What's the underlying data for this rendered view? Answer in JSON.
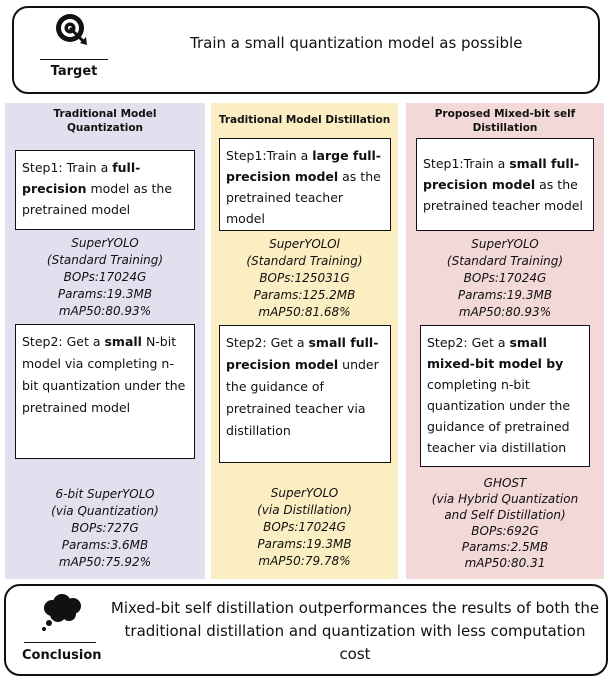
{
  "target": {
    "label": "Target",
    "text": "Train a small quantization model as possible"
  },
  "columns": {
    "quant": {
      "title_line1": "Traditional Model",
      "title_line2": "Quantization",
      "step1": {
        "a": "Step1: Train a ",
        "b": "full-precision",
        "c": " model as the pretrained model"
      },
      "stats1": [
        "SuperYOLO",
        "(Standard Training)",
        "BOPs:17024G",
        "Params:19.3MB",
        "mAP50:80.93%"
      ],
      "step2": {
        "a": "Step2: Get a ",
        "b": "small",
        "c": " N-bit model via completing n-bit quantization under the pretrained model"
      },
      "stats2": [
        "6-bit SuperYOLO",
        "(via Quantization)",
        "BOPs:727G",
        "Params:3.6MB",
        "mAP50:75.92%"
      ]
    },
    "distill": {
      "title": "Traditional Model Distillation",
      "step1": {
        "a": "Step1:Train a ",
        "b": "large full-precision model",
        "c": " as the pretrained teacher model"
      },
      "stats1": [
        "SuperYOLOl",
        "(Standard Training)",
        "BOPs:125031G",
        "Params:125.2MB",
        "mAP50:81.68%"
      ],
      "step2": {
        "a": "Step2: Get a ",
        "b": "small full-precision model",
        "c": " under the guidance of pretrained teacher via distillation"
      },
      "stats2": [
        "SuperYOLO",
        "(via Distillation)",
        "BOPs:17024G",
        "Params:19.3MB",
        "mAP50:79.78%"
      ]
    },
    "proposed": {
      "title_line1": "Proposed Mixed-bit self",
      "title_line2": "Distillation",
      "step1": {
        "a": "Step1:Train a ",
        "b": "small full-precision model",
        "c": " as the pretrained teacher model"
      },
      "stats1": [
        "SuperYOLO",
        "(Standard Training)",
        "BOPs:17024G",
        "Params:19.3MB",
        "mAP50:80.93%"
      ],
      "step2": {
        "a": "Step2: Get a ",
        "b": "small mixed-bit model by",
        "c": " completing n-bit quantization under the guidance of pretrained teacher via distillation"
      },
      "stats2": [
        "GHOST",
        "(via Hybrid Quantization",
        "and Self Distillation)",
        "BOPs:692G",
        "Params:2.5MB",
        "mAP50:80.31"
      ]
    }
  },
  "conclusion": {
    "label": "Conclusion",
    "text": "Mixed-bit self distillation outperformances the results of both the traditional distillation and quantization with less computation cost"
  }
}
